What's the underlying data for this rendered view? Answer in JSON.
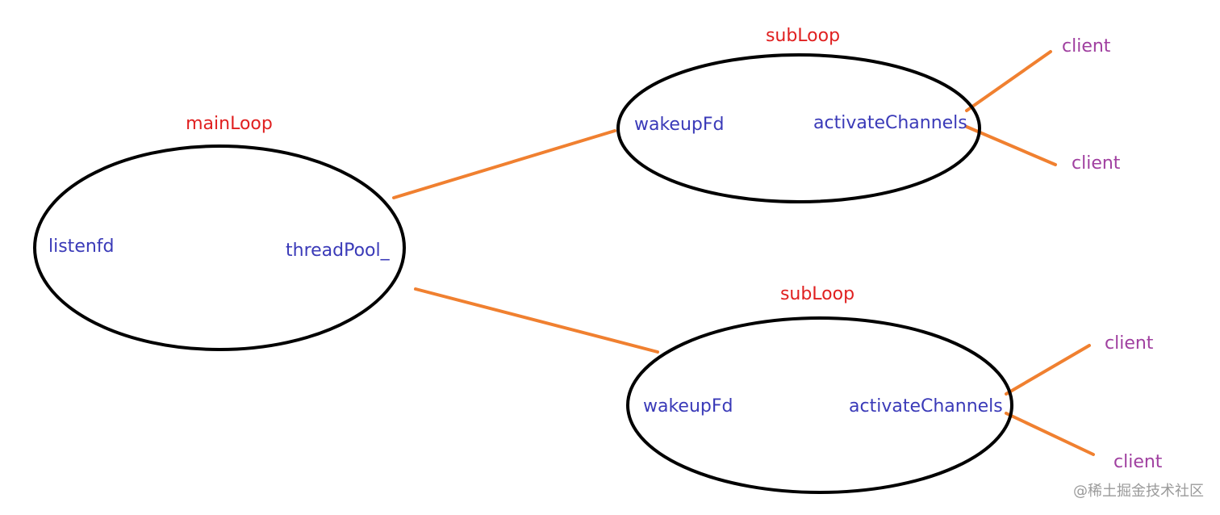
{
  "colors": {
    "loop_title": "#e02020",
    "member_text": "#3a3ab8",
    "client_text": "#a040a0",
    "connector": "#f08030",
    "ellipse_stroke": "#000000",
    "watermark": "#9a9a9a"
  },
  "main_loop": {
    "title": "mainLoop",
    "listen_label": "listenfd",
    "pool_label": "threadPool_"
  },
  "sub_loops": [
    {
      "title": "subLoop",
      "wakeup_label": "wakeupFd",
      "channels_label": "activateChannels",
      "clients": [
        "client",
        "client"
      ]
    },
    {
      "title": "subLoop",
      "wakeup_label": "wakeupFd",
      "channels_label": "activateChannels",
      "clients": [
        "client",
        "client"
      ]
    }
  ],
  "watermark": "@稀土掘金技术社区"
}
